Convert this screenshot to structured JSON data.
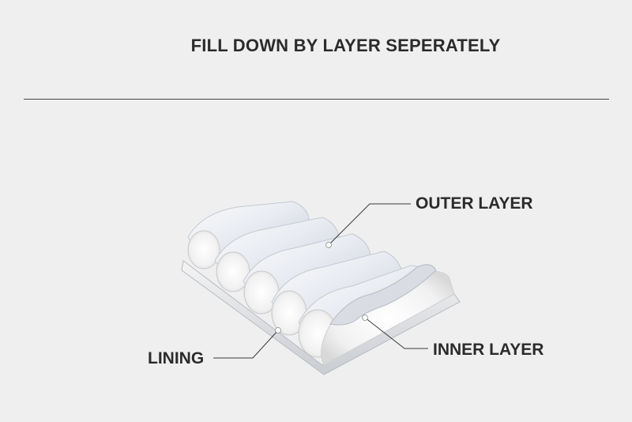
{
  "title": "FILL DOWN BY LAYER SEPERATELY",
  "labels": {
    "outer_layer": "OUTER LAYER",
    "inner_layer": "INNER LAYER",
    "lining": "LINING"
  }
}
